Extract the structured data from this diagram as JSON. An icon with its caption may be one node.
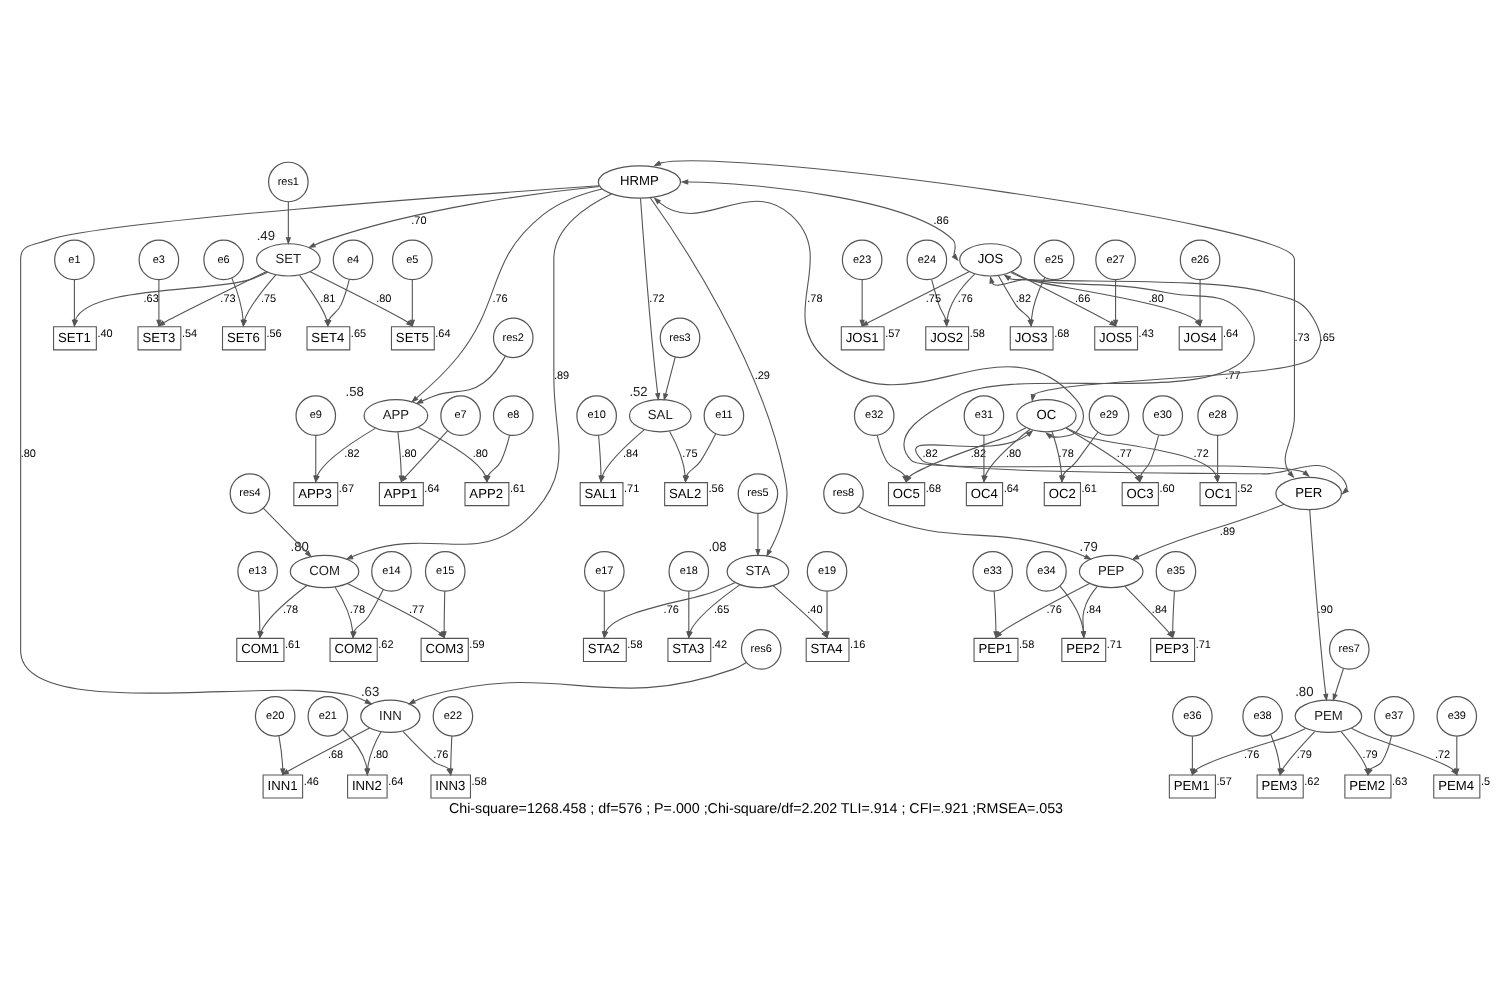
{
  "diagram": {
    "caption": "Chi-square=1268.458 ; df=576 ; P=.000 ;Chi-square/df=2.202 TLI=.914 ; CFI=.921 ;RMSEA=.053",
    "nodes": [
      {
        "text": [
          "e1"
        ]
      },
      {
        "text": [
          "SET1"
        ],
        "beside": [
          ".40"
        ]
      },
      {
        "text": [
          "e3"
        ]
      },
      {
        "text": [
          "SET3"
        ],
        "beside": [
          ".54"
        ]
      },
      {
        "text": [
          "e4"
        ]
      },
      {
        "text": [
          "SET4"
        ],
        "beside": [
          ".65"
        ]
      },
      {
        "text": [
          "e5"
        ]
      },
      {
        "text": [
          "SET5"
        ],
        "beside": [
          ".64"
        ]
      },
      {
        "text": [
          "e6"
        ]
      },
      {
        "text": [
          "SET6"
        ],
        "beside": [
          ".56"
        ]
      },
      {
        "text": [
          "e7"
        ]
      },
      {
        "text": [
          "APP1"
        ],
        "beside": [
          ".64"
        ]
      },
      {
        "text": [
          "e8"
        ]
      },
      {
        "text": [
          "APP2"
        ],
        "beside": [
          ".61"
        ]
      },
      {
        "text": [
          "e9"
        ]
      },
      {
        "text": [
          "APP3"
        ],
        "beside": [
          ".67"
        ]
      },
      {
        "text": [
          "e10"
        ]
      },
      {
        "text": [
          "SAL1"
        ],
        "beside": [
          ".71"
        ]
      },
      {
        "text": [
          "e11"
        ]
      },
      {
        "text": [
          "SAL2"
        ],
        "beside": [
          ".56"
        ]
      },
      {
        "text": [
          "e13"
        ]
      },
      {
        "text": [
          "COM1"
        ],
        "beside": [
          ".61"
        ]
      },
      {
        "text": [
          "e14"
        ]
      },
      {
        "text": [
          "COM2"
        ],
        "beside": [
          ".62"
        ]
      },
      {
        "text": [
          "e15"
        ]
      },
      {
        "text": [
          "COM3"
        ],
        "beside": [
          ".59"
        ]
      },
      {
        "text": [
          "e17"
        ]
      },
      {
        "text": [
          "STA2"
        ],
        "beside": [
          ".58"
        ]
      },
      {
        "text": [
          "e18"
        ]
      },
      {
        "text": [
          "STA3"
        ],
        "beside": [
          ".42"
        ]
      },
      {
        "text": [
          "e19"
        ]
      },
      {
        "text": [
          "STA4"
        ],
        "beside": [
          ".16"
        ]
      },
      {
        "text": [
          "e20"
        ]
      },
      {
        "text": [
          "INN1"
        ],
        "beside": [
          ".46"
        ]
      },
      {
        "text": [
          "e21"
        ]
      },
      {
        "text": [
          "INN2"
        ],
        "beside": [
          ".64"
        ]
      },
      {
        "text": [
          "e22"
        ]
      },
      {
        "text": [
          "INN3"
        ],
        "beside": [
          ".58"
        ]
      },
      {
        "text": [
          "res1"
        ]
      },
      {
        "text": [
          "SET"
        ],
        "beside": [
          ".49"
        ]
      },
      {
        "text": [
          "res2"
        ]
      },
      {
        "text": [
          "APP"
        ],
        "beside": [
          ".58"
        ]
      },
      {
        "text": [
          "res3"
        ]
      },
      {
        "text": [
          "SAL"
        ],
        "beside": [
          ".52"
        ]
      },
      {
        "text": [
          "res4"
        ]
      },
      {
        "text": [
          "COM"
        ],
        "beside": [
          ".80"
        ]
      },
      {
        "text": [
          "res5"
        ]
      },
      {
        "text": [
          "STA"
        ],
        "beside": [
          ".08"
        ]
      },
      {
        "text": [
          "res6"
        ]
      },
      {
        "text": [
          "INN"
        ],
        "beside": [
          ".63"
        ]
      },
      {
        "text": [
          "HRMP"
        ]
      },
      {
        "text": [
          "e23"
        ]
      },
      {
        "text": [
          "e24"
        ]
      },
      {
        "text": [
          "e25"
        ]
      },
      {
        "text": [
          "e26"
        ]
      },
      {
        "text": [
          "e27"
        ]
      },
      {
        "text": [
          "JOS1"
        ],
        "beside": [
          ".57"
        ]
      },
      {
        "text": [
          "JOS2"
        ],
        "beside": [
          ".58"
        ]
      },
      {
        "text": [
          "JOS3"
        ],
        "beside": [
          ".68"
        ]
      },
      {
        "text": [
          "JOS4"
        ],
        "beside": [
          ".64"
        ]
      },
      {
        "text": [
          "JOS5"
        ],
        "beside": [
          ".43"
        ]
      },
      {
        "text": [
          "JOS"
        ]
      },
      {
        "text": [
          "e33"
        ]
      },
      {
        "text": [
          "e34"
        ]
      },
      {
        "text": [
          "e35"
        ]
      },
      {
        "text": [
          "PEP1"
        ],
        "beside": [
          ".58"
        ]
      },
      {
        "text": [
          "PEP2"
        ],
        "beside": [
          ".71"
        ]
      },
      {
        "text": [
          "PEP3"
        ],
        "beside": [
          ".71"
        ]
      },
      {
        "text": [
          "PEP"
        ],
        "beside": [
          ".79"
        ]
      },
      {
        "text": [
          "res8"
        ]
      },
      {
        "text": [
          "PER"
        ]
      },
      {
        "text": [
          "res7"
        ]
      },
      {
        "text": [
          "PEM"
        ],
        "beside": [
          ".80"
        ]
      },
      {
        "text": [
          "PEM1"
        ],
        "beside": [
          ".57"
        ]
      },
      {
        "text": [
          "PEM2"
        ],
        "beside": [
          ".63"
        ]
      },
      {
        "text": [
          "PEM3"
        ],
        "beside": [
          ".62"
        ]
      },
      {
        "text": [
          "PEM4"
        ],
        "beside": [
          ".5"
        ]
      },
      {
        "text": [
          "e36"
        ]
      },
      {
        "text": [
          "e37"
        ]
      },
      {
        "text": [
          "e38"
        ]
      },
      {
        "text": [
          "e39"
        ]
      },
      {
        "text": [
          "OC"
        ]
      },
      {
        "text": [
          "OC5"
        ],
        "beside": [
          ".68"
        ]
      },
      {
        "text": [
          "OC4"
        ],
        "beside": [
          ".64"
        ]
      },
      {
        "text": [
          "OC3"
        ],
        "beside": [
          ".60"
        ]
      },
      {
        "text": [
          "OC2"
        ],
        "beside": [
          ".61"
        ]
      },
      {
        "text": [
          "OC1"
        ],
        "beside": [
          ".52"
        ]
      },
      {
        "text": [
          "e32"
        ]
      },
      {
        "text": [
          "e31"
        ]
      },
      {
        "text": [
          "e30"
        ]
      },
      {
        "text": [
          "e29"
        ]
      },
      {
        "text": [
          "e28"
        ]
      }
    ],
    "edges": [
      {
        "from": 0,
        "to": 1,
        "arrow": "to"
      },
      {
        "from": 2,
        "to": 3,
        "arrow": "to"
      },
      {
        "from": 4,
        "to": 5,
        "arrow": "to"
      },
      {
        "from": 6,
        "to": 7,
        "arrow": "to"
      },
      {
        "from": 8,
        "to": 9,
        "arrow": "to"
      },
      {
        "from": 10,
        "to": 11,
        "arrow": "to"
      },
      {
        "from": 12,
        "to": 13,
        "arrow": "to"
      },
      {
        "from": 14,
        "to": 15,
        "arrow": "to"
      },
      {
        "from": 16,
        "to": 17,
        "arrow": "to"
      },
      {
        "from": 18,
        "to": 19,
        "arrow": "to"
      },
      {
        "from": 20,
        "to": 21,
        "arrow": "to"
      },
      {
        "from": 22,
        "to": 23,
        "arrow": "to"
      },
      {
        "from": 24,
        "to": 25,
        "arrow": "to"
      },
      {
        "from": 26,
        "to": 27,
        "arrow": "to"
      },
      {
        "from": 28,
        "to": 29,
        "arrow": "to"
      },
      {
        "from": 30,
        "to": 31,
        "arrow": "to"
      },
      {
        "from": 32,
        "to": 33,
        "arrow": "to"
      },
      {
        "from": 34,
        "to": 35,
        "arrow": "to"
      },
      {
        "from": 36,
        "to": 37,
        "arrow": "to"
      },
      {
        "from": 39,
        "to": 1,
        "arrow": "to",
        "label": ".63"
      },
      {
        "from": 39,
        "to": 3,
        "arrow": "to",
        "label": ".73"
      },
      {
        "from": 39,
        "to": 5,
        "arrow": "to",
        "label": ".81"
      },
      {
        "from": 39,
        "to": 7,
        "arrow": "to",
        "label": ".80"
      },
      {
        "from": 39,
        "to": 9,
        "arrow": "to",
        "label": ".75"
      },
      {
        "from": 38,
        "to": 39,
        "arrow": "to"
      },
      {
        "from": 41,
        "to": 11,
        "arrow": "to",
        "label": ".80"
      },
      {
        "from": 41,
        "to": 13,
        "arrow": "to",
        "label": ".80"
      },
      {
        "from": 41,
        "to": 15,
        "arrow": "to",
        "label": ".82"
      },
      {
        "from": 40,
        "to": 41,
        "arrow": "to"
      },
      {
        "from": 43,
        "to": 17,
        "arrow": "to",
        "label": ".84"
      },
      {
        "from": 43,
        "to": 19,
        "arrow": "to",
        "label": ".75"
      },
      {
        "from": 42,
        "to": 43,
        "arrow": "to"
      },
      {
        "from": 45,
        "to": 21,
        "arrow": "to",
        "label": ".78"
      },
      {
        "from": 45,
        "to": 23,
        "arrow": "to",
        "label": ".78"
      },
      {
        "from": 45,
        "to": 25,
        "arrow": "to",
        "label": ".77"
      },
      {
        "from": 44,
        "to": 45,
        "arrow": "to"
      },
      {
        "from": 47,
        "to": 27,
        "arrow": "to",
        "label": ".76"
      },
      {
        "from": 47,
        "to": 29,
        "arrow": "to",
        "label": ".65"
      },
      {
        "from": 47,
        "to": 31,
        "arrow": "to",
        "label": ".40"
      },
      {
        "from": 46,
        "to": 47,
        "arrow": "to"
      },
      {
        "from": 49,
        "to": 33,
        "arrow": "to",
        "label": ".68"
      },
      {
        "from": 49,
        "to": 35,
        "arrow": "to",
        "label": ".80"
      },
      {
        "from": 49,
        "to": 37,
        "arrow": "to",
        "label": ".76"
      },
      {
        "from": 48,
        "to": 49,
        "arrow": "to"
      },
      {
        "from": 50,
        "to": 39,
        "arrow": "to",
        "label": ".70"
      },
      {
        "from": 50,
        "to": 41,
        "arrow": "to",
        "label": ".76"
      },
      {
        "from": 50,
        "to": 43,
        "arrow": "to",
        "label": ".72"
      },
      {
        "from": 50,
        "to": 45,
        "arrow": "to",
        "label": ".89"
      },
      {
        "from": 50,
        "to": 47,
        "arrow": "to",
        "label": ".29"
      },
      {
        "from": 50,
        "to": 49,
        "arrow": "to",
        "label": ".80"
      },
      {
        "from": 51,
        "to": 56,
        "arrow": "to"
      },
      {
        "from": 52,
        "to": 57,
        "arrow": "to"
      },
      {
        "from": 53,
        "to": 58,
        "arrow": "to"
      },
      {
        "from": 54,
        "to": 59,
        "arrow": "to"
      },
      {
        "from": 55,
        "to": 60,
        "arrow": "to"
      },
      {
        "from": 61,
        "to": 56,
        "arrow": "to",
        "label": ".75"
      },
      {
        "from": 61,
        "to": 57,
        "arrow": "to",
        "label": ".76"
      },
      {
        "from": 61,
        "to": 58,
        "arrow": "to",
        "label": ".82"
      },
      {
        "from": 61,
        "to": 59,
        "arrow": "to",
        "label": ".80"
      },
      {
        "from": 61,
        "to": 60,
        "arrow": "to",
        "label": ".66"
      },
      {
        "from": 62,
        "to": 65,
        "arrow": "to"
      },
      {
        "from": 63,
        "to": 66,
        "arrow": "to"
      },
      {
        "from": 64,
        "to": 67,
        "arrow": "to"
      },
      {
        "from": 68,
        "to": 65,
        "arrow": "to",
        "label": ".76"
      },
      {
        "from": 68,
        "to": 66,
        "arrow": "to",
        "label": ".84"
      },
      {
        "from": 68,
        "to": 67,
        "arrow": "to",
        "label": ".84"
      },
      {
        "from": 69,
        "to": 68,
        "arrow": "to"
      },
      {
        "from": 70,
        "to": 68,
        "arrow": "to",
        "label": ".89"
      },
      {
        "from": 70,
        "to": 72,
        "arrow": "to",
        "label": ".90"
      },
      {
        "from": 71,
        "to": 72,
        "arrow": "to"
      },
      {
        "from": 72,
        "to": 73,
        "arrow": "to",
        "label": ".76"
      },
      {
        "from": 72,
        "to": 74,
        "arrow": "to",
        "label": ".79"
      },
      {
        "from": 72,
        "to": 75,
        "arrow": "to",
        "label": ".79"
      },
      {
        "from": 72,
        "to": 76,
        "arrow": "to",
        "label": ".72"
      },
      {
        "from": 77,
        "to": 73,
        "arrow": "to"
      },
      {
        "from": 78,
        "to": 74,
        "arrow": "to"
      },
      {
        "from": 79,
        "to": 75,
        "arrow": "to"
      },
      {
        "from": 80,
        "to": 76,
        "arrow": "to"
      },
      {
        "from": 81,
        "to": 82,
        "arrow": "to",
        "label": ".82"
      },
      {
        "from": 81,
        "to": 83,
        "arrow": "to",
        "label": ".80"
      },
      {
        "from": 81,
        "to": 84,
        "arrow": "to",
        "label": ".77"
      },
      {
        "from": 81,
        "to": 85,
        "arrow": "to",
        "label": ".78"
      },
      {
        "from": 81,
        "to": 86,
        "arrow": "to",
        "label": ".72"
      },
      {
        "from": 87,
        "to": 82,
        "arrow": "to"
      },
      {
        "from": 88,
        "to": 83,
        "arrow": "to"
      },
      {
        "from": 89,
        "to": 84,
        "arrow": "to"
      },
      {
        "from": 90,
        "to": 85,
        "arrow": "to"
      },
      {
        "from": 91,
        "to": 86,
        "arrow": "to"
      },
      {
        "from": 50,
        "to": 61,
        "arrow": "both",
        "label": ".86"
      },
      {
        "from": 50,
        "to": 81,
        "arrow": "both",
        "label": ".78"
      },
      {
        "from": 50,
        "to": 70,
        "arrow": "both",
        "label": ".73"
      },
      {
        "from": 61,
        "to": 81,
        "arrow": "both",
        "label": ".65"
      },
      {
        "from": 61,
        "to": 70,
        "arrow": "both",
        "label": ".77"
      },
      {
        "from": 81,
        "to": 70,
        "arrow": "both",
        "label": ".82"
      }
    ]
  }
}
